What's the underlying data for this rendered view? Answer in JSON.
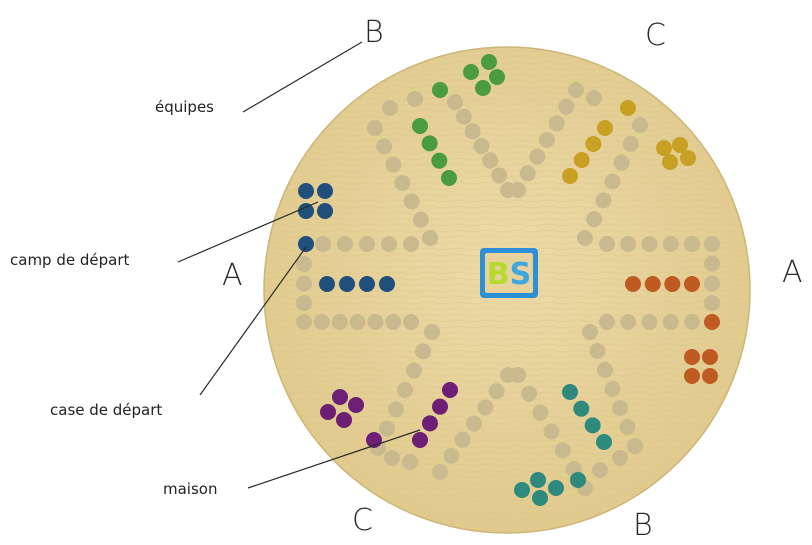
{
  "labels": {
    "teams": "équipes",
    "starting_camp": "camp de départ",
    "starting_square": "case de départ",
    "home": "maison"
  },
  "team_letters": {
    "top_left": "B",
    "top_right": "C",
    "left": "A",
    "right": "A",
    "bottom_left": "C",
    "bottom_right": "B"
  },
  "logo": {
    "letters": "BS"
  },
  "colors": {
    "board": "#e6d29a",
    "hole": "#c9b98f",
    "blue": "#1f4f7a",
    "green": "#4a9c3e",
    "yellow": "#c8a024",
    "orange": "#c05a23",
    "teal": "#2f8a7e",
    "purple": "#6c1f74",
    "logo_blue": "#3fa7e0",
    "logo_green": "#b6d92e"
  }
}
